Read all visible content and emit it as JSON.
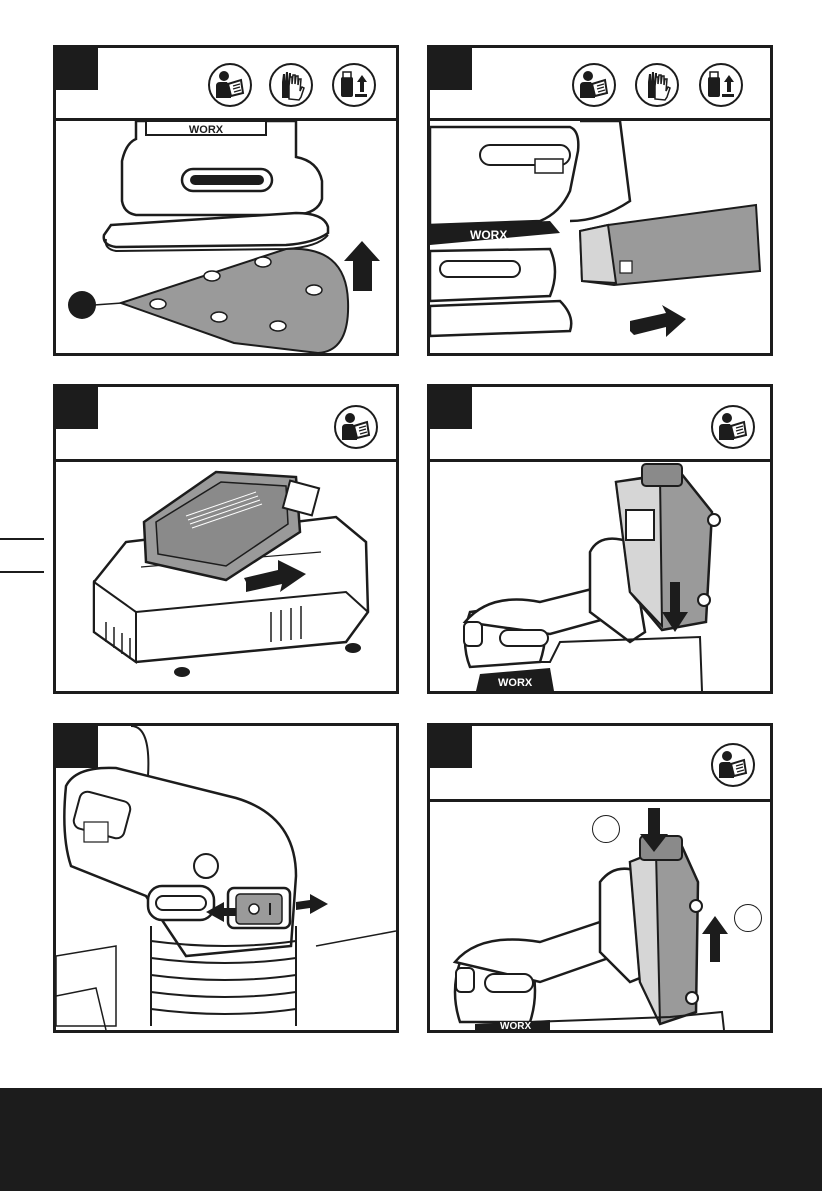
{
  "panels": [
    {
      "id": 1,
      "number": "",
      "icons": [
        "read-manual-icon",
        "gloves-icon",
        "remove-battery-icon"
      ],
      "callouts": [
        ""
      ],
      "illustration": "sanding-sheet-attachment"
    },
    {
      "id": 2,
      "number": "",
      "icons": [
        "read-manual-icon",
        "gloves-icon",
        "remove-battery-icon"
      ],
      "callouts": [],
      "illustration": "battery-removal"
    },
    {
      "id": 3,
      "number": "",
      "icons": [
        "read-manual-icon"
      ],
      "callouts": [],
      "illustration": "battery-charging"
    },
    {
      "id": 4,
      "number": "",
      "icons": [
        "read-manual-icon"
      ],
      "callouts": [],
      "illustration": "battery-insertion"
    },
    {
      "id": 5,
      "number": "",
      "icons": [],
      "callouts": [],
      "illustration": "on-off-switch"
    },
    {
      "id": 6,
      "number": "",
      "icons": [
        "read-manual-icon"
      ],
      "callouts": [
        "",
        ""
      ],
      "illustration": "battery-release"
    }
  ],
  "brand_text": "WORX",
  "colors": {
    "ink": "#1c1c1c",
    "paper": "#ffffff",
    "gray": "#9a9a9a",
    "light_gray": "#d6d6d6",
    "footer": "#1c1c1c"
  }
}
